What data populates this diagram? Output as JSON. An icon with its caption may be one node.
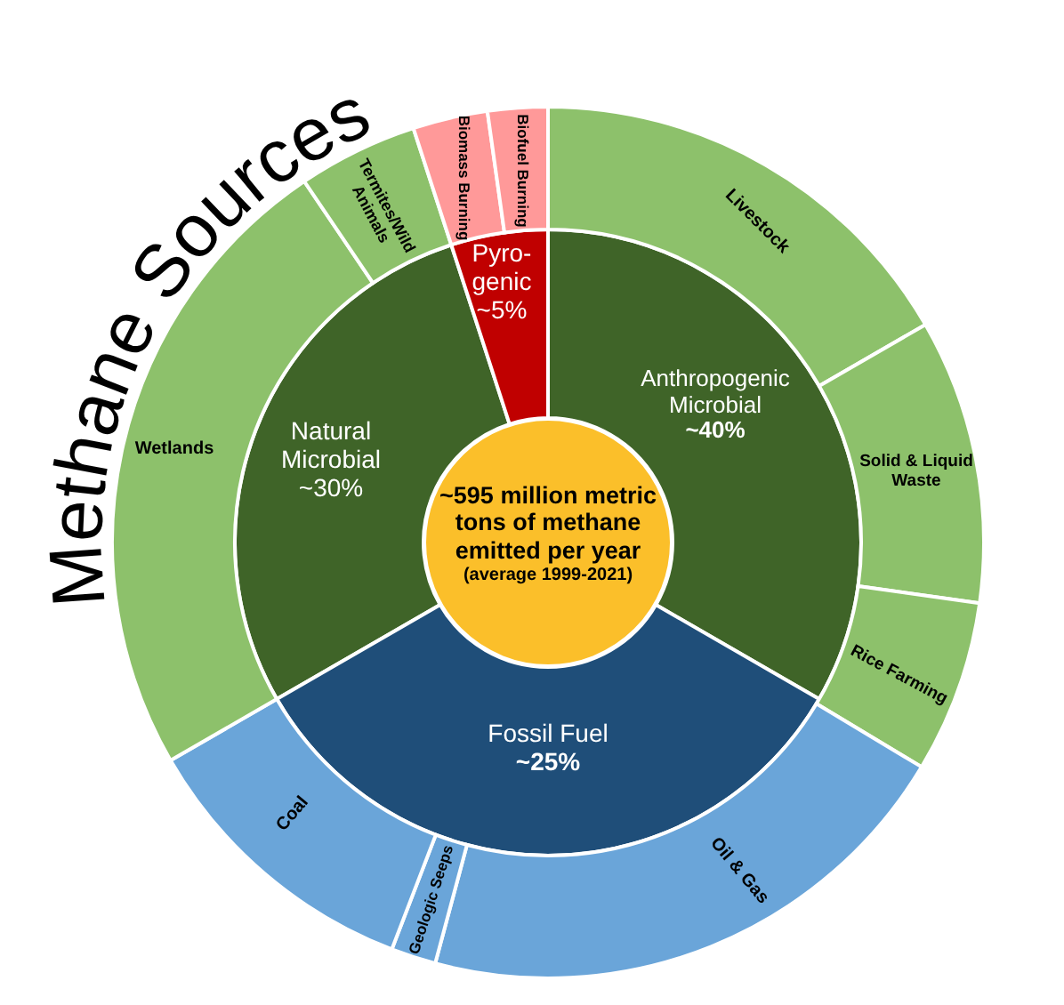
{
  "diagram": {
    "title": "Methane Sources",
    "nodes": [
      {
        "text": [
          "~595 million metric tons of methane emitted per year",
          "(average 1999-2021)"
        ]
      },
      {
        "text": [
          "Natural Microbial",
          "~30%"
        ]
      },
      {
        "text": [
          "Pyro-genic",
          "~5%"
        ]
      },
      {
        "text": [
          "Anthropogenic Microbial",
          "~40%"
        ]
      },
      {
        "text": [
          "Fossil Fuel",
          "~25%"
        ]
      },
      {
        "text": [
          "Livestock"
        ]
      },
      {
        "text": [
          "Solid & Liquid Waste"
        ]
      },
      {
        "text": [
          "Rice Farming"
        ]
      },
      {
        "text": [
          "Oil & Gas"
        ]
      },
      {
        "text": [
          "Geologic Seeps"
        ]
      },
      {
        "text": [
          "Coal"
        ]
      },
      {
        "text": [
          "Wetlands"
        ]
      },
      {
        "text": [
          "Termites/Wild Animals"
        ]
      },
      {
        "text": [
          "Biomass Burning"
        ]
      },
      {
        "text": [
          "Biofuel Burning"
        ]
      }
    ]
  }
}
